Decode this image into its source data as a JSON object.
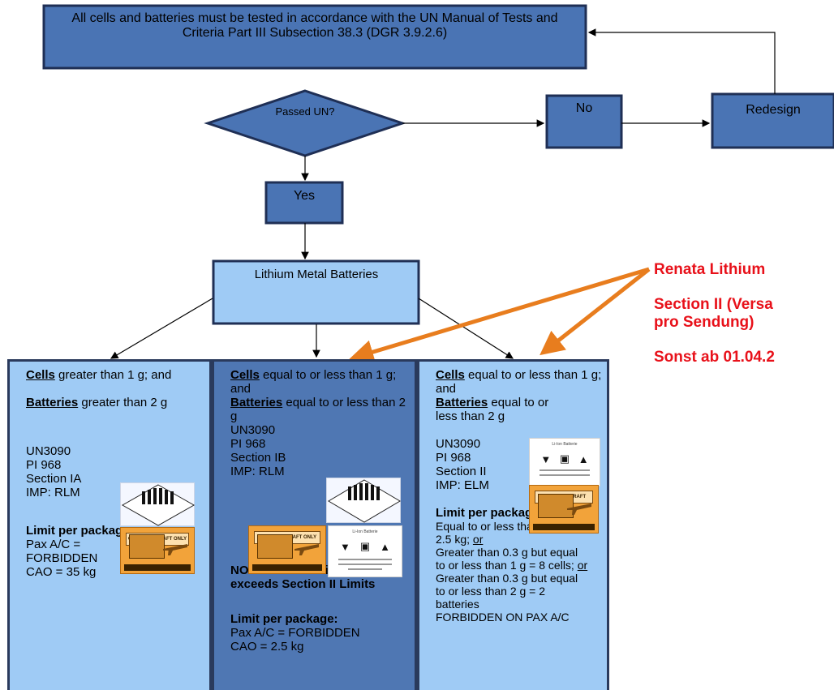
{
  "top_box": {
    "text": "All cells and batteries must be tested in accordance with the UN Manual of Tests and Criteria Part III Subsection 38.3 (DGR 3.9.2.6)"
  },
  "decision": {
    "text": "Passed UN?"
  },
  "no_box": {
    "text": "No"
  },
  "redesign_box": {
    "text": "Redesign"
  },
  "yes_box": {
    "text": "Yes"
  },
  "lithium_box": {
    "text": "Lithium Metal Batteries"
  },
  "col1": {
    "cells_word": "Cells",
    "cells_rest": " greater than 1 g; and",
    "batteries_word": "Batteries",
    "batteries_rest": " greater than 2 g",
    "un": "UN3090",
    "pi": "PI 968",
    "section": "Section IA",
    "imp": "IMP: RLM",
    "limit_title": "Limit per package:",
    "limit_lines": [
      "Pax A/C =",
      "FORBIDDEN",
      "CAO = 35 kg"
    ]
  },
  "col2": {
    "cells_word": "Cells",
    "cells_rest": " equal to or less than 1 g; and",
    "batteries_word": "Batteries",
    "batteries_rest": " equal to or less than 2 g",
    "un": "UN3090",
    "pi": "PI 968",
    "section": "Section IB",
    "imp": "IMP: RLM",
    "note": "NOTE: Use “IB” if Package exceeds Section II Limits",
    "limit_title": "Limit per package:",
    "limit_lines": [
      "Pax A/C = FORBIDDEN",
      "CAO = 2.5 kg"
    ]
  },
  "col3": {
    "cells_word": "Cells",
    "cells_rest": " equal to or less than 1 g; and",
    "batteries_word": "Batteries",
    "batteries_rest": " equal to or less than 2 g",
    "un": "UN3090",
    "pi": "PI 968",
    "section": "Section II",
    "imp": "IMP: ELM",
    "limit_title": "Limit per package:",
    "limit_a": "Equal to or less than 0.3g = 2.5 kg; ",
    "or1": "or",
    "limit_b": "Greater than 0.3 g but equal to or less than 1 g  = 8 cells; ",
    "or2": "or",
    "limit_c": "Greater than 0.3 g but equal to or less than 2 g = 2 batteries",
    "limit_d": "FORBIDDEN ON PAX A/C"
  },
  "callout": {
    "line1": "Renata Lithium",
    "line2": "Section II (Versa",
    "line3": "pro Sendung)",
    "line4": "Sonst ab 01.04.2"
  },
  "labels": {
    "cargo_band": "CARGO AIRCRAFT ONLY",
    "mark_title": "Li-Ion Batterie"
  },
  "colors": {
    "box_dark": "#4a74b4",
    "box_light": "#9fcbf5",
    "col_mid": "#4f77b3",
    "arrow_orange": "#e87d1e",
    "callout_red": "#e8111a"
  }
}
